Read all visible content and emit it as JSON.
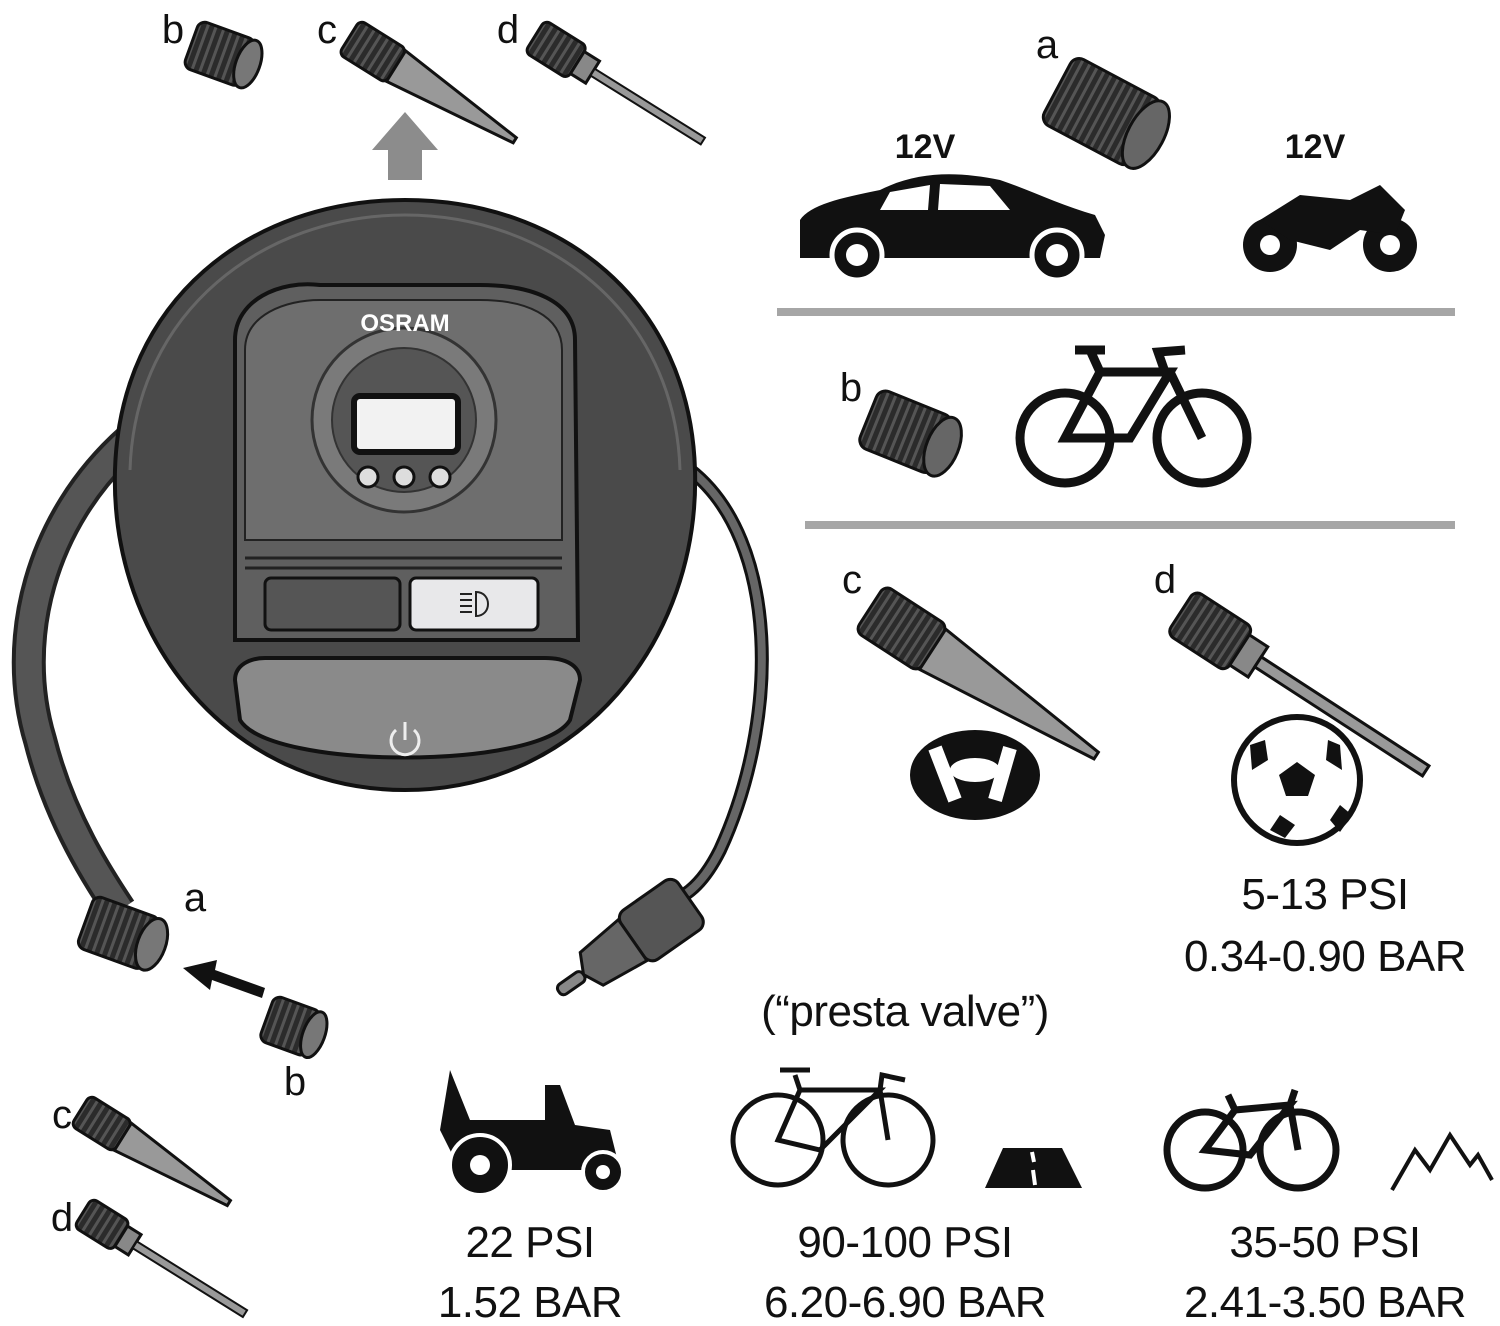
{
  "brand_logo": "OSRAM",
  "labels": {
    "a": "a",
    "b": "b",
    "c": "c",
    "d": "d"
  },
  "vehicles": {
    "car_voltage": "12V",
    "motorcycle_voltage": "12V"
  },
  "presta_note": "(“presta valve”)",
  "pressures": {
    "balls": {
      "psi": "5-13 PSI",
      "bar": "0.34-0.90 BAR"
    },
    "lawn_tractor": {
      "psi": "22 PSI",
      "bar": "1.52 BAR"
    },
    "road_bike": {
      "psi": "90-100 PSI",
      "bar": "6.20-6.90 BAR"
    },
    "mountain_bike": {
      "psi": "35-50 PSI",
      "bar": "2.41-3.50 BAR"
    }
  },
  "colors": {
    "device_body": "#4a4a4a",
    "device_panel": "#6e6e6e",
    "divider": "#a6a6a6",
    "arrow_gray": "#8c8c8c"
  }
}
